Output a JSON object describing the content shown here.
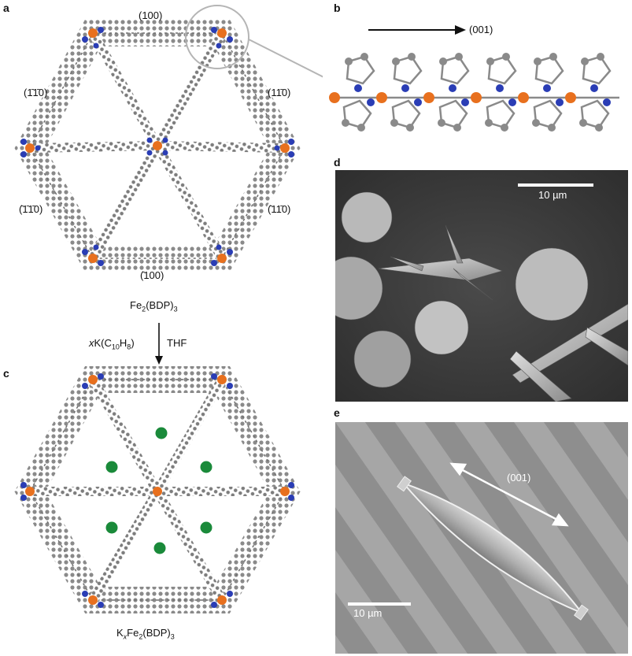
{
  "panels": {
    "a": {
      "letter": "a",
      "labels": {
        "top": "(100)",
        "upper_left": "(1̄1̄0)",
        "upper_right": "(11̄0)",
        "lower_left": "(̄1̄1̄0)",
        "lower_right": "(̄11̄0)",
        "bottom": "(̄100)"
      },
      "formula": {
        "main": "Fe",
        "sub1": "2",
        "mid": "(BDP)",
        "sub2": "3"
      }
    },
    "arrow": {
      "reagent_x": "x",
      "reagent_k": "K(C",
      "reagent_sub1": "10",
      "reagent_h": "H",
      "reagent_sub2": "8",
      "reagent_close": ")",
      "solvent": "THF"
    },
    "b": {
      "letter": "b",
      "direction": "(001)"
    },
    "c": {
      "letter": "c",
      "formula": {
        "k": "K",
        "sub_x": "x",
        "fe": "Fe",
        "sub1": "2",
        "mid": "(BDP)",
        "sub2": "3"
      }
    },
    "d": {
      "letter": "d",
      "scalebar": "10 µm"
    },
    "e": {
      "letter": "e",
      "scalebar": "10 µm",
      "direction": "(001)"
    }
  },
  "colors": {
    "carbon": "#8a8a8a",
    "nitrogen": "#2a3db5",
    "iron": "#e8701e",
    "potassium": "#1a8a3a",
    "sem_dark": "#3c3c3c",
    "sem_light": "#9a9a9a"
  }
}
